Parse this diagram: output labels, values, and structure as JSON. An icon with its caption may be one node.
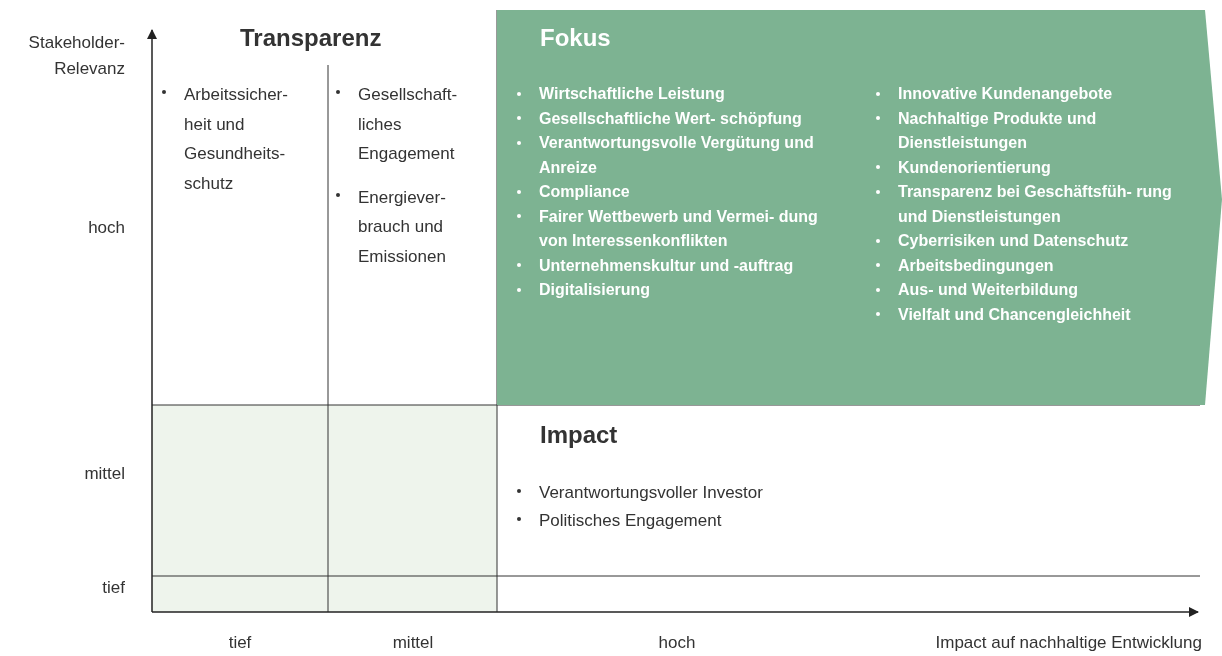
{
  "diagram": {
    "nodes": [
      {
        "text": [
          "Fokus",
          "Wirtschaftliche Leistung",
          "Gesellschaftliche Wert- schöpfung",
          "Verantwortungsvolle Vergütung und Anreize",
          "Compliance",
          "Fairer Wettbewerb und Vermei- dung von Interessenkonflikten",
          "Unternehmenskultur und -auftrag",
          "Digitalisierung",
          "Innovative Kundenangebote",
          "Nachhaltige Produkte und Dienstleistungen",
          "Kundenorientierung",
          "Transparenz bei Geschäftsfüh- rung und Dienstleistungen",
          "Cyberrisiken und Datenschutz",
          "Arbeitsbedingungen",
          "Aus- und Weiterbildung",
          "Vielfalt und Chancengleichheit"
        ]
      },
      {
        "text": [
          "Impact",
          "Verantwortungsvoller Investor",
          "Politisches Engagement"
        ]
      },
      {
        "text": [
          "Transparenz"
        ]
      },
      {
        "text": [
          "Arbeitssicher- heit und Gesundheits- schutz"
        ],
        "in": 2
      },
      {
        "text": [
          "Gesellschaft- liches Engagement",
          "Energiever- brauch und Emissionen"
        ],
        "in": 2
      }
    ],
    "labels": [
      "Stakeholder- Relevanz",
      "hoch",
      "mittel",
      "tief",
      "tief",
      "mittel",
      "hoch",
      "Impact auf nachhaltige Entwicklung"
    ]
  }
}
